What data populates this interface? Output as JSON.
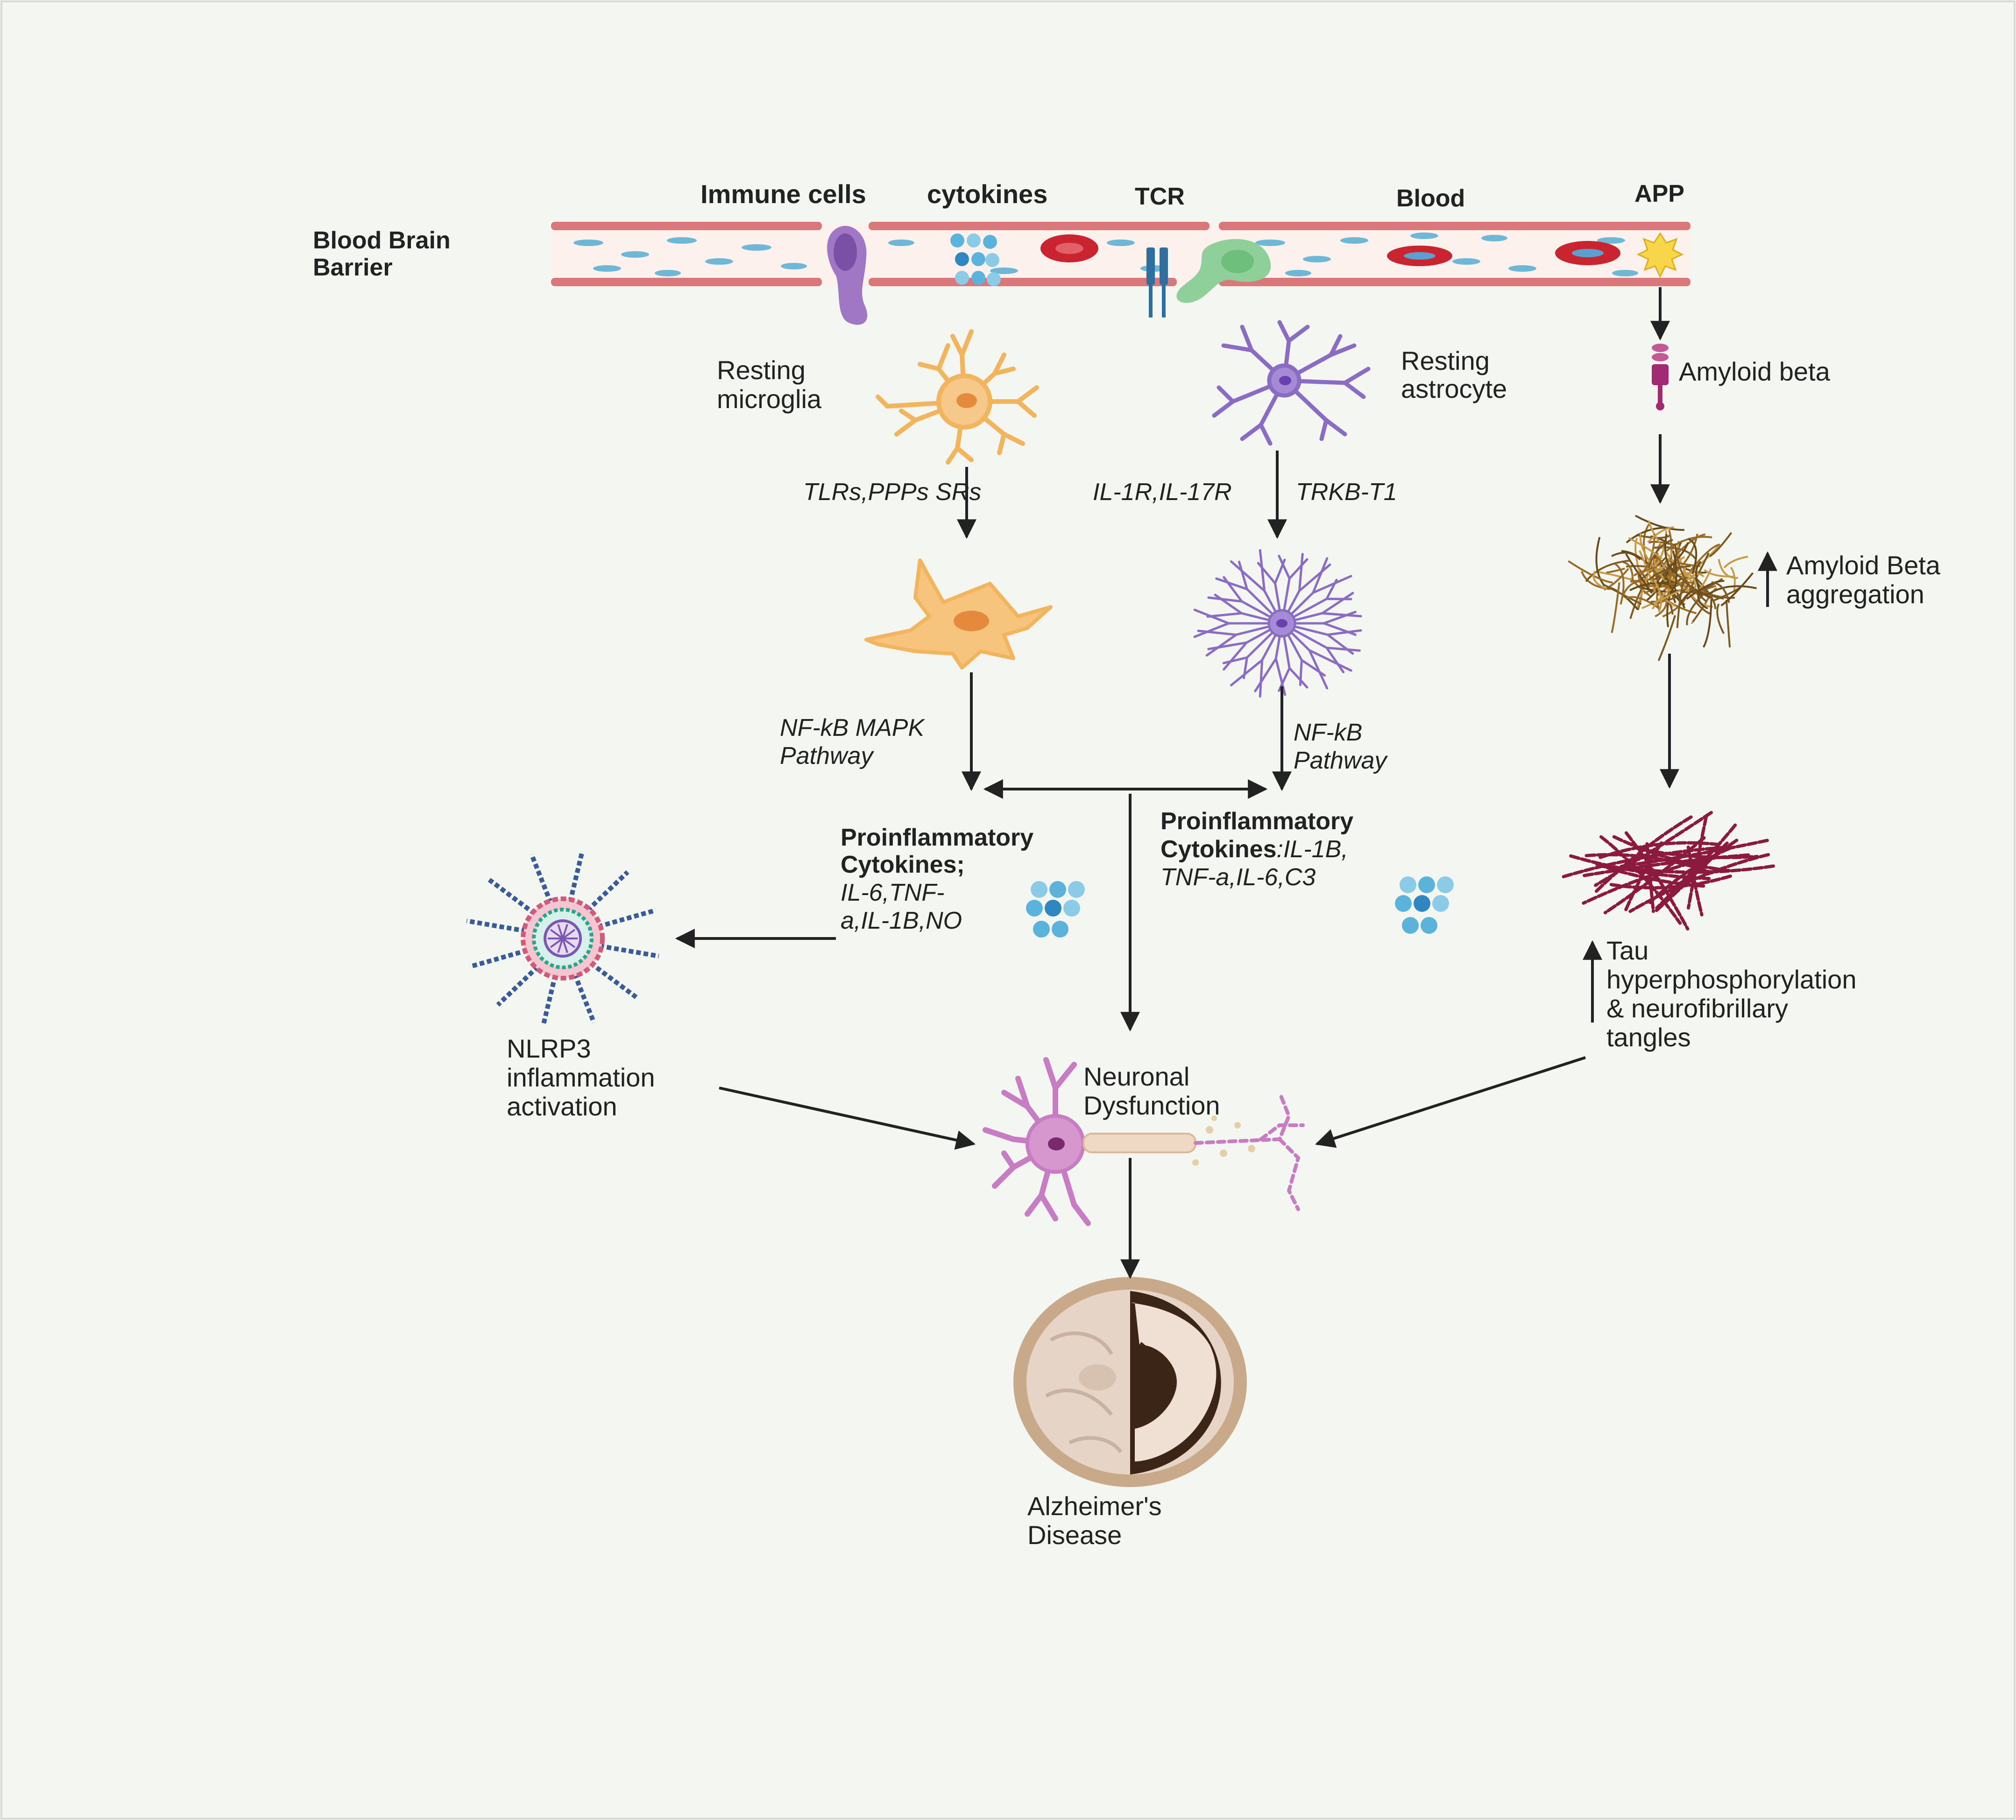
{
  "labels": {
    "bbb": "Blood Brain",
    "bbb2": "Barrier",
    "immune_cells": "Immune cells",
    "cytokines": "cytokines",
    "tcr": "TCR",
    "blood": "Blood",
    "app": "APP",
    "resting_microglia_1": "Resting",
    "resting_microglia_2": "microglia",
    "resting_astrocyte_1": "Resting",
    "resting_astrocyte_2": "astrocyte",
    "amyloid_beta": "Amyloid beta",
    "microglia_receptors": "TLRs,PPPs SRs",
    "astro_receptors_1": "IL-1R,IL-17R",
    "astro_receptors_2": "TRKB-T1",
    "amyloid_agg_1": "Amyloid Beta",
    "amyloid_agg_2": "aggregation",
    "microglia_pathway_1": "NF-kB MAPK",
    "microglia_pathway_2": "Pathway",
    "astro_pathway_1": "NF-kB",
    "astro_pathway_2": "Pathway",
    "microglia_cyto_1": "Proinflammatory",
    "microglia_cyto_2": "Cytokines;",
    "microglia_cyto_3": "IL-6,TNF-",
    "microglia_cyto_4": "a,IL-1B,NO",
    "astro_cyto_1": "Proinflammatory",
    "astro_cyto_2b": "Cytokines",
    "astro_cyto_2i": ":IL-1B,",
    "astro_cyto_3": "TNF-a,IL-6,C3",
    "tau_1": "Tau",
    "tau_2": "hyperphosphorylation",
    "tau_3": "& neurofibrillary",
    "tau_4": "tangles",
    "nlrp3_1": "NLRP3",
    "nlrp3_2": "inflammation",
    "nlrp3_3": "activation",
    "neuronal_1": "Neuronal",
    "neuronal_2": "Dysfunction",
    "ad_1": "Alzheimer's",
    "ad_2": "Disease"
  },
  "colors": {
    "background": "#f4f6f1",
    "vessel_wall": "#d9777b",
    "vessel_inner": "#fdf1ee",
    "plasma_dash": "#6fb7d6",
    "rbc": "#c9242f",
    "microglia": "#f2b45c",
    "astrocyte": "#8b6cc4",
    "tcr": "#2f6fa0",
    "monocyte": "#8fd09a",
    "immune_cell": "#9a70c2",
    "cytokine_dot": "#5bb3dc",
    "amyloid": "#a22a72",
    "plaque": "#9a6b26",
    "tangle": "#8c1a3f",
    "neuron": "#c87cc4",
    "inflammasome": "#3a5b9a",
    "arrow": "#222222"
  },
  "icons": [
    "immune-cell-icon",
    "cytokine-cluster-icon",
    "red-blood-cell-icon",
    "t-cell-receptor-icon",
    "monocyte-icon",
    "app-icon",
    "resting-microglia-icon",
    "resting-astrocyte-icon",
    "amyloid-beta-icon",
    "activated-microglia-icon",
    "reactive-astrocyte-icon",
    "amyloid-plaque-icon",
    "neurofibrillary-tangle-icon",
    "nlrp3-inflammasome-icon",
    "neuron-icon",
    "brain-section-icon",
    "up-arrow-icon"
  ]
}
